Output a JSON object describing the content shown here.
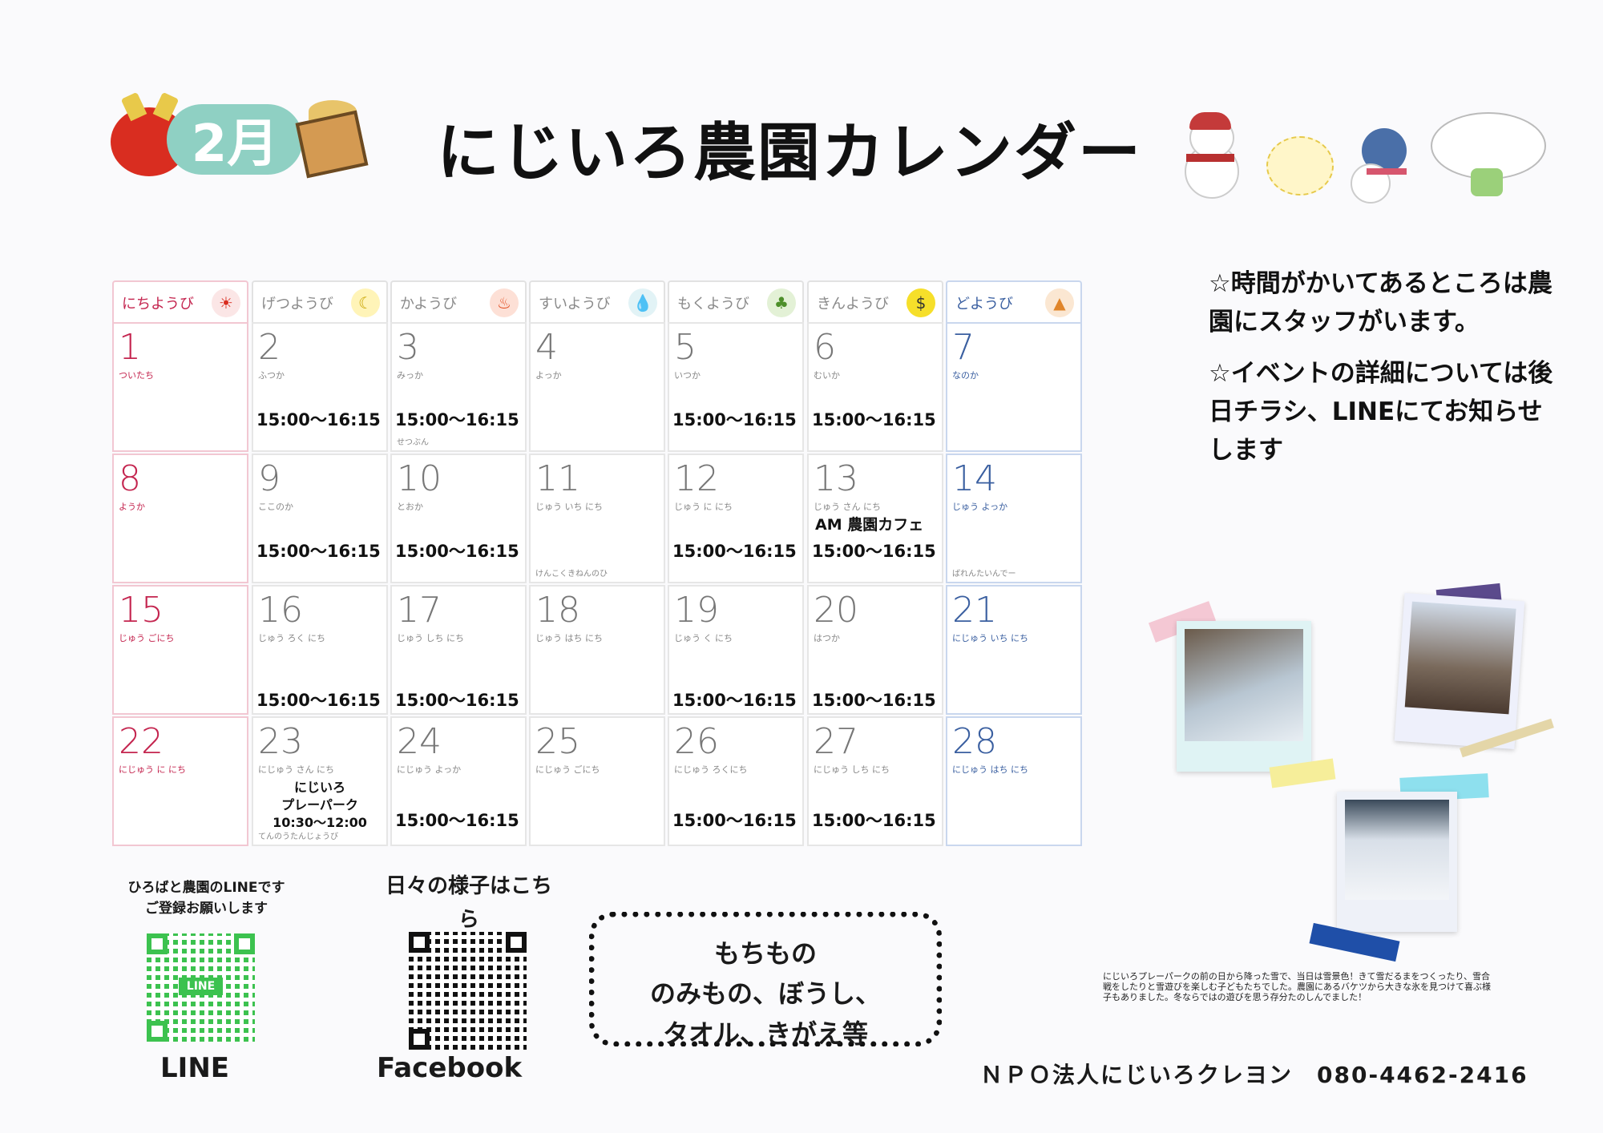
{
  "header": {
    "month": "2月",
    "title": "にじいろ農園カレンダー"
  },
  "calendar": {
    "weekdays": [
      {
        "label": "にちようび",
        "icon": "sun-icon",
        "color": "#c4254f"
      },
      {
        "label": "げつようび",
        "icon": "moon-icon",
        "color": "#8a8a8a"
      },
      {
        "label": "かようび",
        "icon": "fire-icon",
        "color": "#8a8a8a"
      },
      {
        "label": "すいようび",
        "icon": "water-drop-icon",
        "color": "#8a8a8a"
      },
      {
        "label": "もくようび",
        "icon": "tree-icon",
        "color": "#8a8a8a"
      },
      {
        "label": "きんようび",
        "icon": "coin-icon",
        "color": "#8a8a8a"
      },
      {
        "label": "どようび",
        "icon": "mountain-icon",
        "color": "#3a5fa0"
      }
    ],
    "days": [
      {
        "num": "1",
        "yomi": "ついたち"
      },
      {
        "num": "2",
        "yomi": "ふつか",
        "time": "15:00～16:15"
      },
      {
        "num": "3",
        "yomi": "みっか",
        "time": "15:00～16:15",
        "note": "せつぶん"
      },
      {
        "num": "4",
        "yomi": "よっか"
      },
      {
        "num": "5",
        "yomi": "いつか",
        "time": "15:00～16:15"
      },
      {
        "num": "6",
        "yomi": "むいか",
        "time": "15:00～16:15"
      },
      {
        "num": "7",
        "yomi": "なのか"
      },
      {
        "num": "8",
        "yomi": "ようか"
      },
      {
        "num": "9",
        "yomi": "ここのか",
        "time": "15:00～16:15"
      },
      {
        "num": "10",
        "yomi": "とおか",
        "time": "15:00～16:15"
      },
      {
        "num": "11",
        "yomi": "じゅう いち にち",
        "note": "けんこくきねんのひ"
      },
      {
        "num": "12",
        "yomi": "じゅう に にち",
        "time": "15:00～16:15"
      },
      {
        "num": "13",
        "yomi": "じゅう さん にち",
        "event": "AM 農園カフェ",
        "time": "15:00～16:15"
      },
      {
        "num": "14",
        "yomi": "じゅう よっか",
        "note": "ばれんたいんでー"
      },
      {
        "num": "15",
        "yomi": "じゅう ごにち"
      },
      {
        "num": "16",
        "yomi": "じゅう ろく にち",
        "time": "15:00～16:15"
      },
      {
        "num": "17",
        "yomi": "じゅう しち にち",
        "time": "15:00～16:15"
      },
      {
        "num": "18",
        "yomi": "じゅう はち にち"
      },
      {
        "num": "19",
        "yomi": "じゅう く にち",
        "time": "15:00～16:15"
      },
      {
        "num": "20",
        "yomi": "はつか",
        "time": "15:00～16:15"
      },
      {
        "num": "21",
        "yomi": "にじゅう いち にち"
      },
      {
        "num": "22",
        "yomi": "にじゅう に にち"
      },
      {
        "num": "23",
        "yomi": "にじゅう さん にち",
        "event": "にじいろ\nプレーパーク\n10:30～12:00",
        "note": "てんのうたんじょうび"
      },
      {
        "num": "24",
        "yomi": "にじゅう よっか",
        "time": "15:00～16:15"
      },
      {
        "num": "25",
        "yomi": "にじゅう ごにち"
      },
      {
        "num": "26",
        "yomi": "にじゅう ろくにち",
        "time": "15:00～16:15"
      },
      {
        "num": "27",
        "yomi": "にじゅう しち にち",
        "time": "15:00～16:15"
      },
      {
        "num": "28",
        "yomi": "にじゅう はち にち"
      }
    ]
  },
  "notes": {
    "line1": "☆時間がかいてあるところは農園にスタッフがいます。",
    "line2": "☆イベントの詳細については後日チラシ、LINEにてお知らせします"
  },
  "footer": {
    "line_caption_1": "ひろばと農園のLINEです",
    "line_caption_2": "ご登録お願いします",
    "line_label": "LINE",
    "qr_line_text": "LINE",
    "fb_caption": "日々の様子はこちら",
    "fb_label": "Facebook",
    "mochimono_title": "もちもの",
    "mochimono_line1": "のみもの、ぼうし、",
    "mochimono_line2": "タオル、きがえ等",
    "photo_caption": "にじいろプレーパークの前の日から降った雪で、当日は雪景色！きて雪だるまをつくったり、雪合戦をしたりと雪遊びを楽しむ子どもたちでした。農園にあるバケツから大きな氷を見つけて喜ぶ様子もありました。冬ならではの遊びを思う存分たのしんでました！",
    "org": "ＮＰＯ法人にじいろクレヨン　080-4462-2416"
  },
  "colors": {
    "sunday": "#c4254f",
    "saturday": "#3a5fa0",
    "badge": "#8fd0c3",
    "line_green": "#3cc24f"
  }
}
